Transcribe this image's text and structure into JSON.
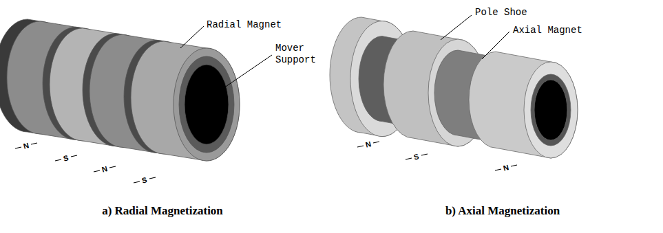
{
  "diagram": {
    "labels": [
      "Radial Magnet",
      "Mover Support",
      "N",
      "S",
      "N",
      "S",
      "Pole Shoe",
      "Axial Magnet",
      "N",
      "S",
      "N",
      "a) Radial Magnetization",
      "b) Axial Magnetization"
    ]
  }
}
